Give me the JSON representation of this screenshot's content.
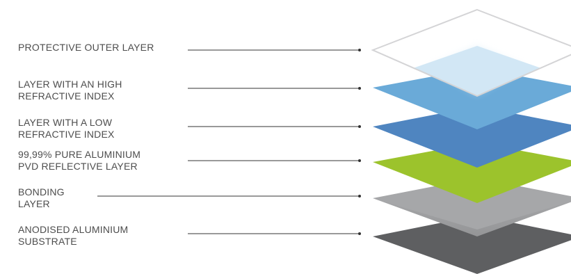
{
  "layers": [
    {
      "lines": [
        "PROTECTIVE OUTER LAYER"
      ],
      "color": "#ffffff"
    },
    {
      "lines": [
        "LAYER WITH AN HIGH",
        "REFRACTIVE INDEX"
      ],
      "color": "#6aaad8"
    },
    {
      "lines": [
        "LAYER WITH A LOW",
        "REFRACTIVE INDEX"
      ],
      "color": "#4f85c0"
    },
    {
      "lines": [
        "99,99% PURE ALUMINIUM",
        "PVD REFLECTIVE LAYER"
      ],
      "color": "#9cc32c"
    },
    {
      "lines": [
        "BONDING",
        "LAYER"
      ],
      "color": "#a6a7a9"
    },
    {
      "lines": [
        "ANODISED ALUMINIUM",
        "SUBSTRATE"
      ],
      "color": "#5e5f61"
    }
  ]
}
